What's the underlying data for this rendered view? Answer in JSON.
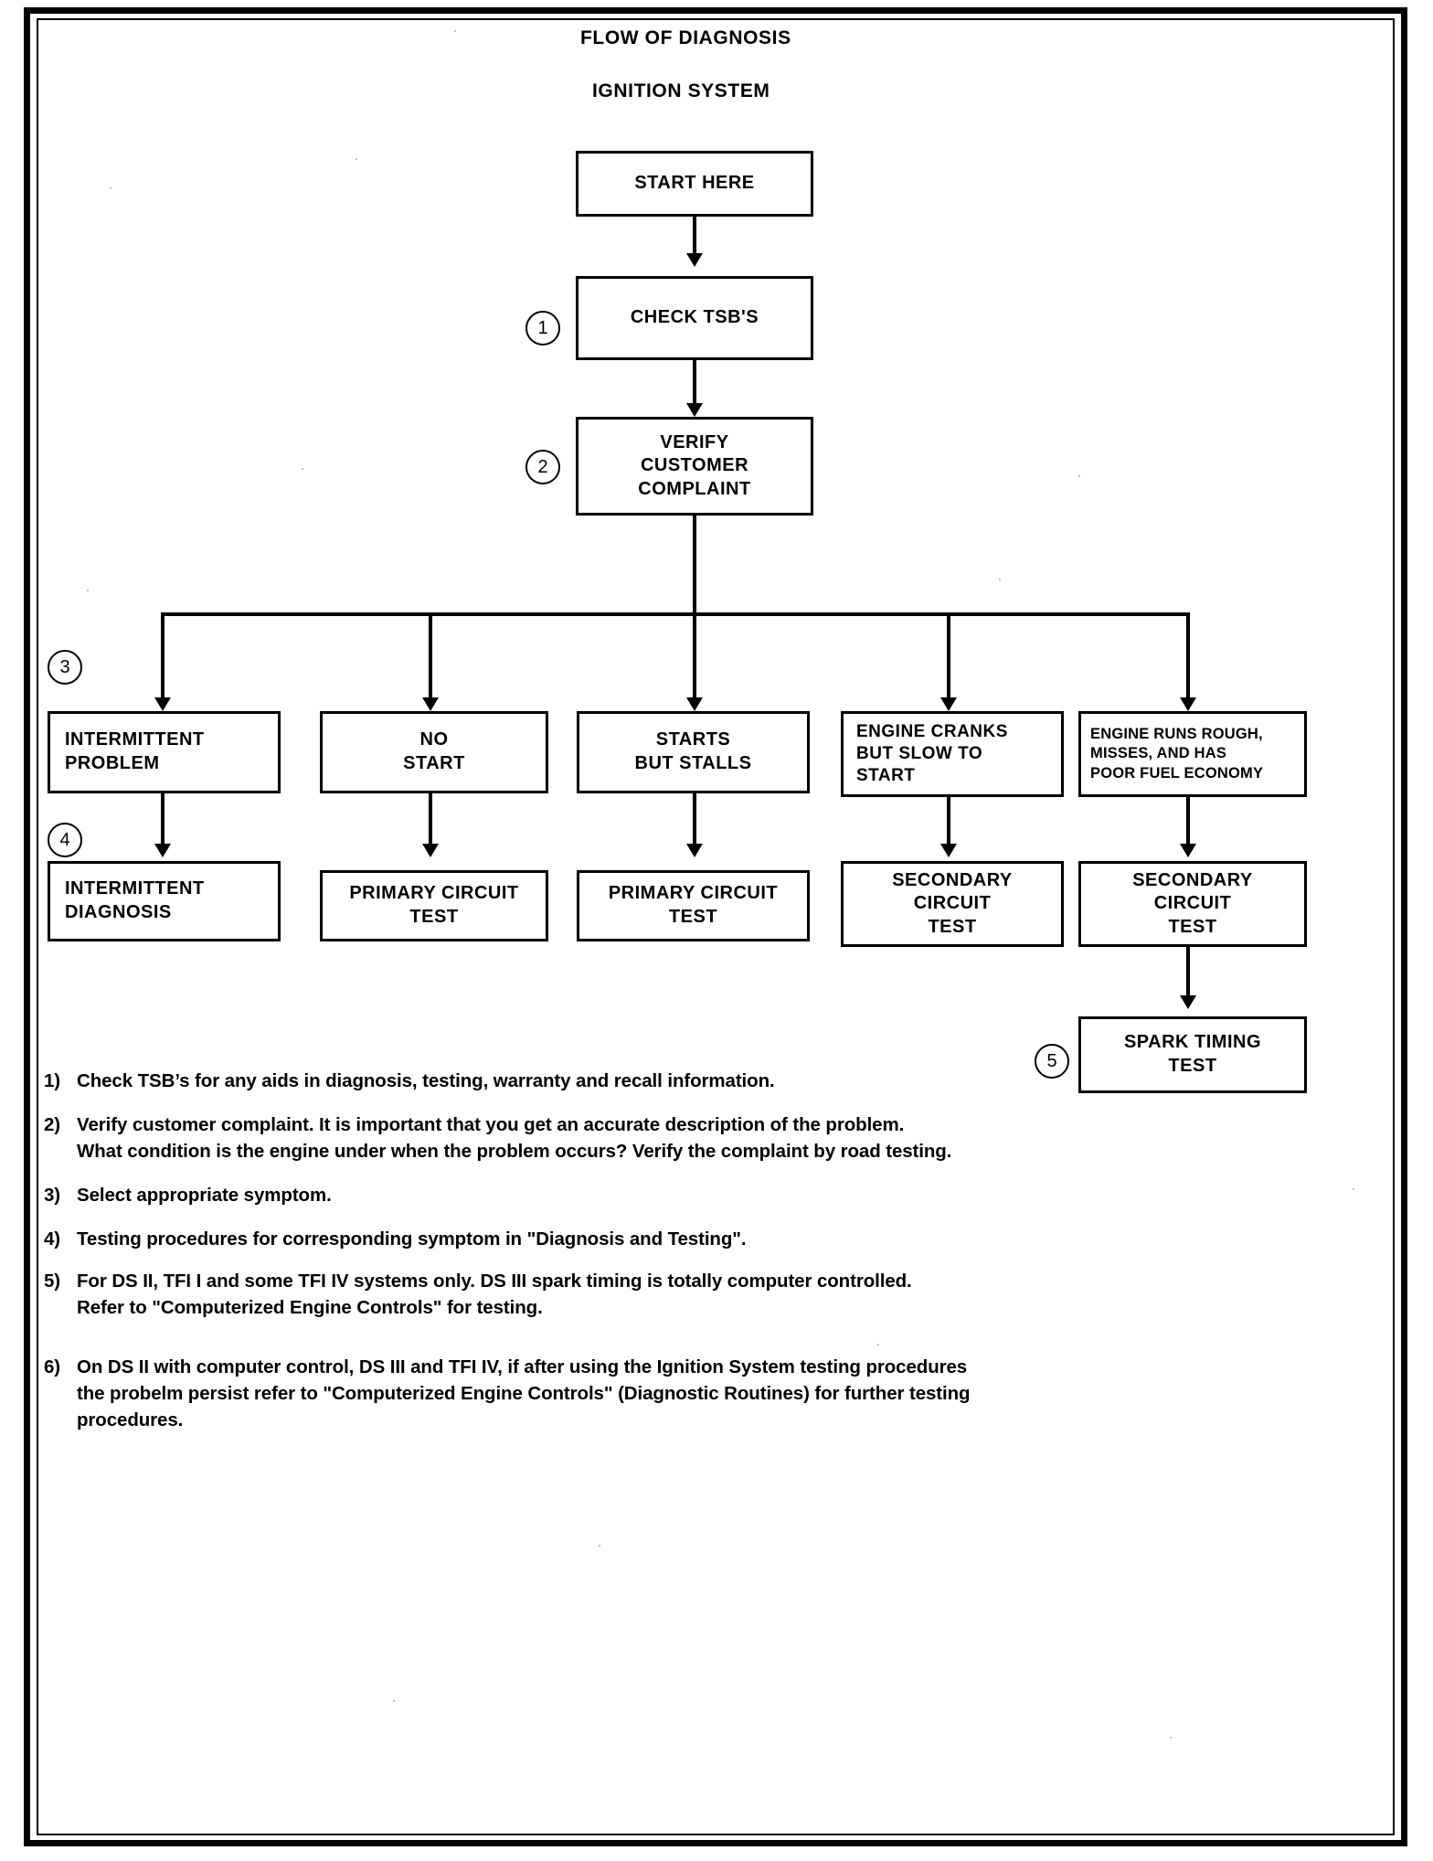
{
  "document": {
    "title_main": "FLOW OF DIAGNOSIS",
    "title_sub": "IGNITION SYSTEM"
  },
  "flowchart": {
    "type": "flowchart",
    "nodes": [
      {
        "id": "start",
        "label": "START HERE",
        "marker": null,
        "row": 1
      },
      {
        "id": "check-tsbs",
        "label": "CHECK TSB'S",
        "marker": "1",
        "row": 2
      },
      {
        "id": "verify",
        "label": "VERIFY\nCUSTOMER\nCOMPLAINT",
        "marker": "2",
        "row": 3
      },
      {
        "id": "sym-1",
        "label": "INTERMITTENT\nPROBLEM",
        "marker": "3",
        "row": 4
      },
      {
        "id": "sym-2",
        "label": "NO\nSTART",
        "marker": null,
        "row": 4
      },
      {
        "id": "sym-3",
        "label": "STARTS\nBUT  STALLS",
        "marker": null,
        "row": 4
      },
      {
        "id": "sym-4",
        "label": "ENGINE CRANKS\nBUT SLOW TO\nSTART",
        "marker": null,
        "row": 4
      },
      {
        "id": "sym-5",
        "label": "ENGINE RUNS ROUGH,\nMISSES, AND HAS\nPOOR FUEL ECONOMY",
        "marker": null,
        "row": 4
      },
      {
        "id": "test-1",
        "label": "INTERMITTENT\nDIAGNOSIS",
        "marker": "4",
        "row": 5
      },
      {
        "id": "test-2",
        "label": "PRIMARY CIRCUIT\nTEST",
        "marker": null,
        "row": 5
      },
      {
        "id": "test-3",
        "label": "PRIMARY CIRCUIT\nTEST",
        "marker": null,
        "row": 5
      },
      {
        "id": "test-4",
        "label": "SECONDARY\nCIRCUIT\nTEST",
        "marker": null,
        "row": 5
      },
      {
        "id": "test-5",
        "label": "SECONDARY\nCIRCUIT\nTEST",
        "marker": null,
        "row": 5
      },
      {
        "id": "spark-timing",
        "label": "SPARK TIMING\nTEST",
        "marker": "5",
        "row": 6
      }
    ],
    "markers": [
      "1",
      "2",
      "3",
      "4",
      "5"
    ]
  },
  "notes": [
    {
      "num": "1)",
      "lines": [
        "Check TSB’s for any aids in diagnosis, testing, warranty and recall information."
      ]
    },
    {
      "num": "2)",
      "lines": [
        "Verify customer complaint. It is important that you get an accurate description of the problem.",
        "What condition is the engine under when the problem occurs? Verify the complaint by road testing."
      ]
    },
    {
      "num": "3)",
      "lines": [
        "Select appropriate symptom."
      ]
    },
    {
      "num": "4)",
      "lines": [
        "Testing procedures for corresponding symptom in \"Diagnosis and Testing\"."
      ]
    },
    {
      "num": "5)",
      "lines": [
        "For DS II, TFI I and some TFI IV systems only. DS III spark timing is totally computer controlled.",
        "Refer to \"Computerized Engine Controls\" for testing."
      ]
    },
    {
      "num": "6)",
      "lines": [
        "On DS II with computer control, DS III and TFI IV, if after using the Ignition System testing procedures",
        "the probelm persist refer to \"Computerized Engine Controls\" (Diagnostic Routines) for further testing",
        "procedures."
      ]
    }
  ],
  "colors": {
    "ink": "#000000",
    "paper": "#ffffff"
  }
}
